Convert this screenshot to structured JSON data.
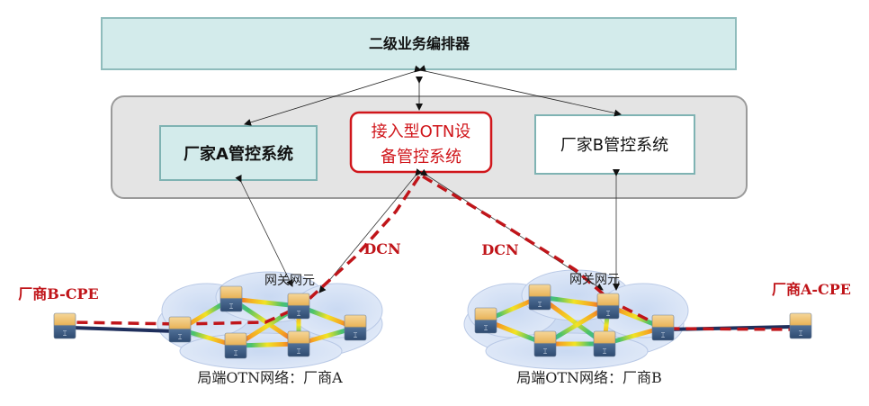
{
  "orchestrator": {
    "label": "二级业务编排器"
  },
  "controllers": {
    "vendor_a": "厂家A管控系统",
    "access_otn_line1": "接入型OTN设",
    "access_otn_line2": "备管控系统",
    "vendor_b": "厂家B管控系统"
  },
  "dcn_labels": [
    "DCN",
    "DCN"
  ],
  "gateway_labels": [
    "网关网元",
    "网关网元"
  ],
  "networks": {
    "a": "局端OTN网络：厂商A",
    "b": "局端OTN网络：厂商B"
  },
  "cpe": {
    "b": "厂商B-CPE",
    "a": "厂商A-CPE"
  },
  "colors": {
    "accent_red": "#d0161b",
    "box_teal": "#d3ebeb",
    "box_border": "#7fb3b3",
    "panel_gray": "#e4e4e4"
  }
}
